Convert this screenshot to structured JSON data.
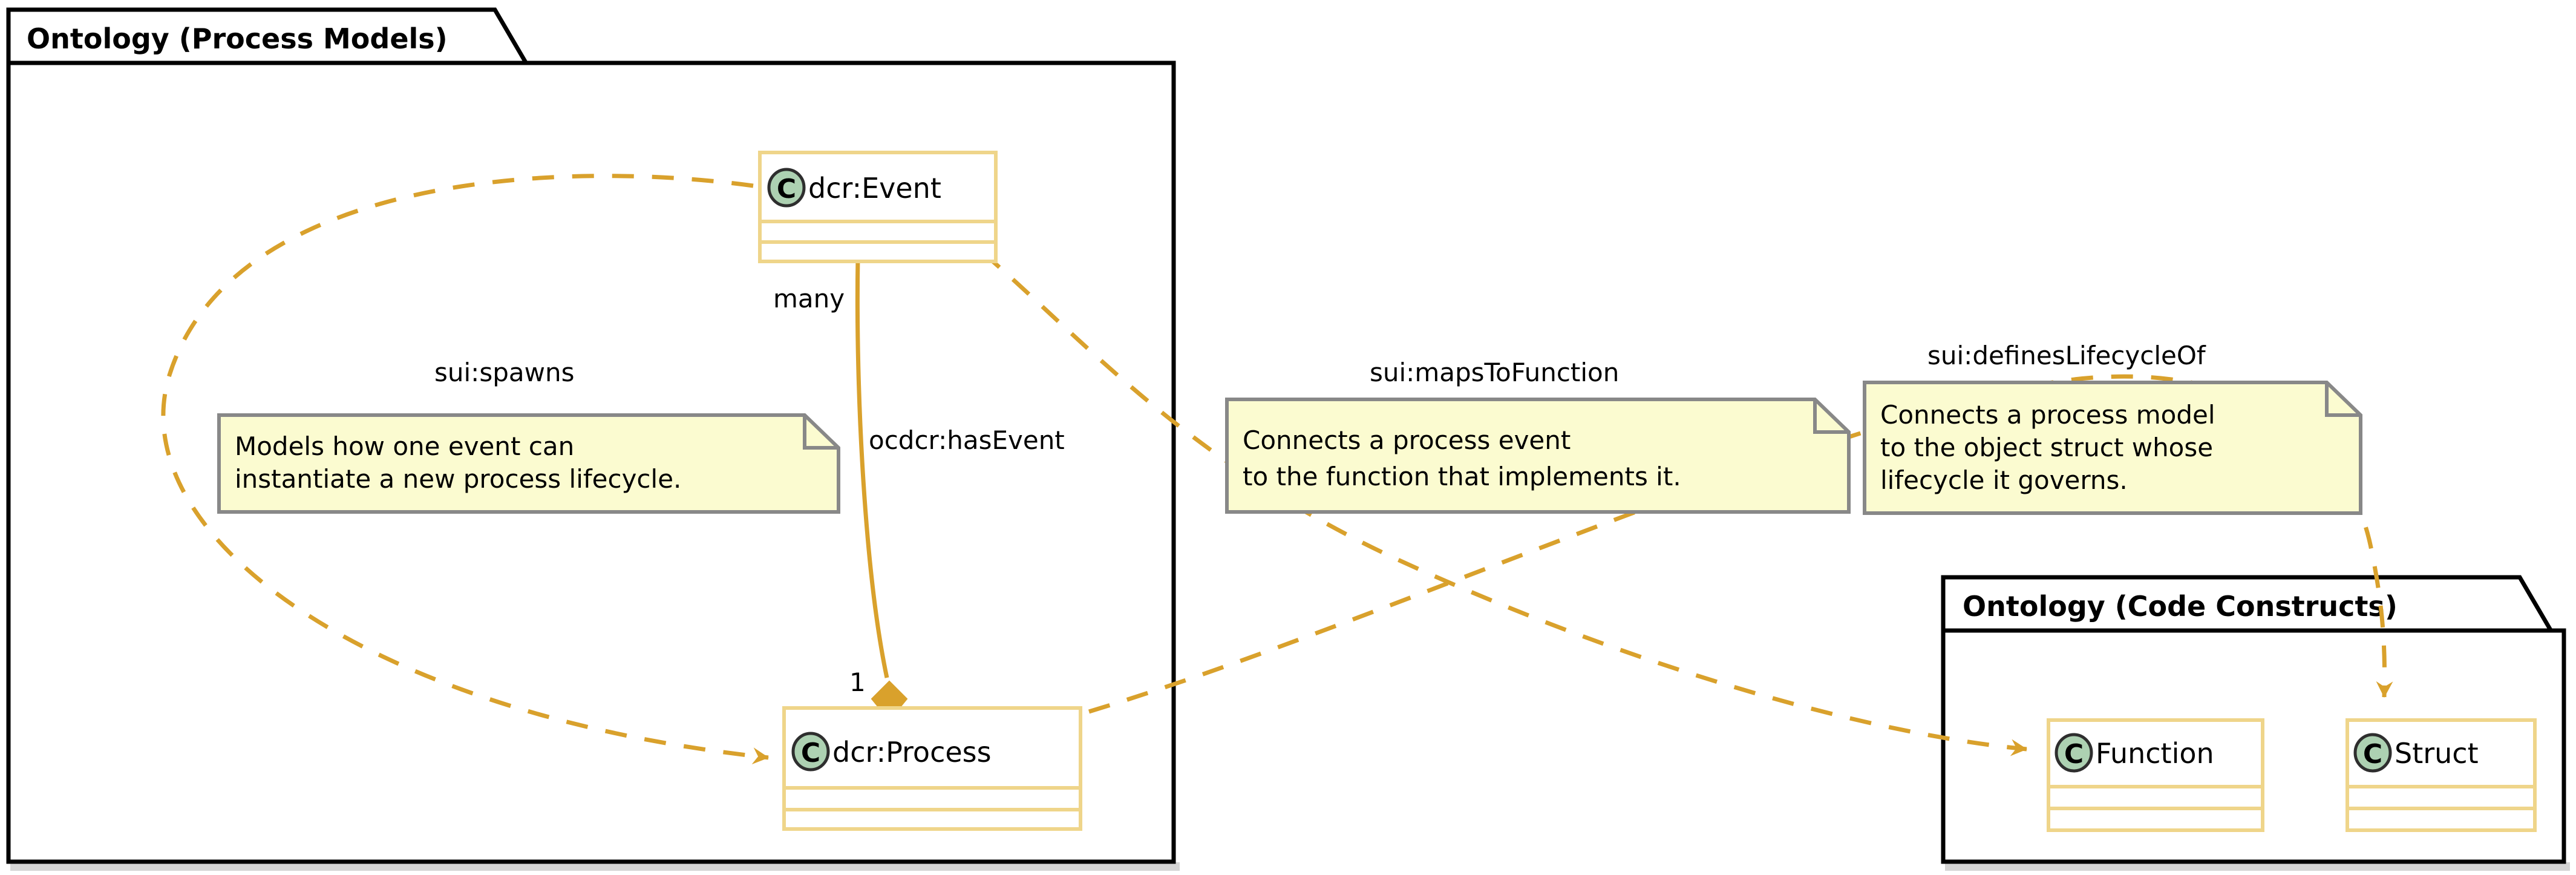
{
  "diagram": {
    "type": "uml-class-diagram",
    "background": "#FFFFFF",
    "accent_color": "#E8A33D",
    "class_border_color": "#EFD58A",
    "class_icon_fill": "#ADD1B2",
    "note_fill": "#FBFBD0",
    "note_border": "#888888",
    "package_border": "#000000"
  },
  "packages": [
    {
      "id": "process-models",
      "title": "Ontology (Process Models)"
    },
    {
      "id": "code-constructs",
      "title": "Ontology (Code Constructs)"
    }
  ],
  "classes": [
    {
      "id": "dcr-event",
      "name": "dcr:Event",
      "stereotype": "C"
    },
    {
      "id": "dcr-process",
      "name": "dcr:Process",
      "stereotype": "C"
    },
    {
      "id": "function",
      "name": "Function",
      "stereotype": "C"
    },
    {
      "id": "struct",
      "name": "Struct",
      "stereotype": "C"
    }
  ],
  "relations": [
    {
      "id": "spawns",
      "label": "sui:spawns",
      "from": "dcr-event",
      "to": "dcr-process",
      "style": "dashed",
      "note": {
        "lines": [
          "Models how one event can",
          "instantiate a new process lifecycle."
        ]
      }
    },
    {
      "id": "has-event",
      "label": "ocdcr:hasEvent",
      "from": "dcr-event",
      "to": "dcr-process",
      "style": "solid",
      "source_cardinality": "many",
      "target_cardinality": "1",
      "arrow": "aggregation-diamond"
    },
    {
      "id": "maps-to-function",
      "label": "sui:mapsToFunction",
      "from": "dcr-event",
      "to": "function",
      "style": "dashed",
      "note": {
        "lines": [
          "Connects a process event",
          "to the function that implements it."
        ]
      }
    },
    {
      "id": "defines-lifecycle-of",
      "label": "sui:definesLifecycleOf",
      "from": "dcr-process",
      "to": "struct",
      "style": "dashed",
      "note": {
        "lines": [
          "Connects a process model",
          "to the object struct whose",
          "lifecycle it governs."
        ]
      }
    }
  ]
}
